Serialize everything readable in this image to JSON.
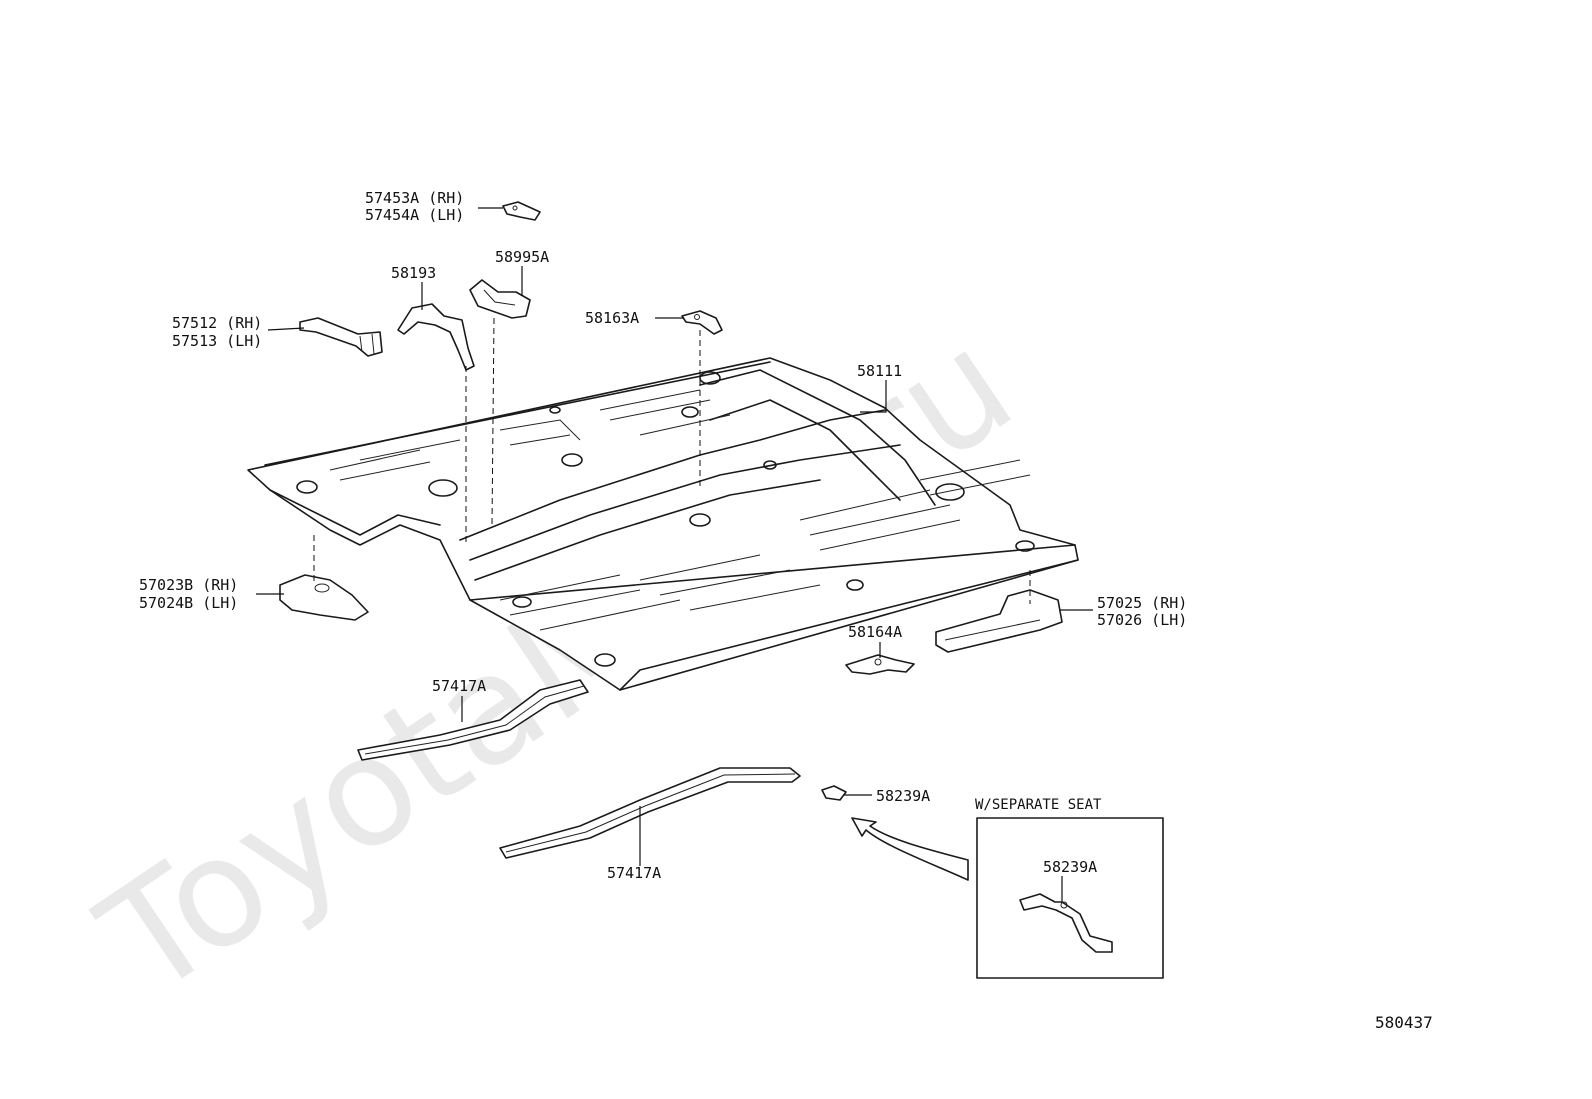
{
  "figure_number": "580437",
  "watermark": "ToyotaMine.ru",
  "inset_caption": "W/SEPARATE SEAT",
  "labels": {
    "p57453a": "57453A (RH)",
    "p57454a": "57454A (LH)",
    "p58193": "58193",
    "p58995a": "58995A",
    "p57512": "57512 (RH)",
    "p57513": "57513 (LH)",
    "p58163a": "58163A",
    "p58111": "58111",
    "p57023b": "57023B (RH)",
    "p57024b": "57024B (LH)",
    "p57025": "57025 (RH)",
    "p57026": "57026 (LH)",
    "p58164a": "58164A",
    "p57417a_top": "57417A",
    "p57417a_bottom": "57417A",
    "p58239a": "58239A",
    "p58239a_inset": "58239A"
  }
}
